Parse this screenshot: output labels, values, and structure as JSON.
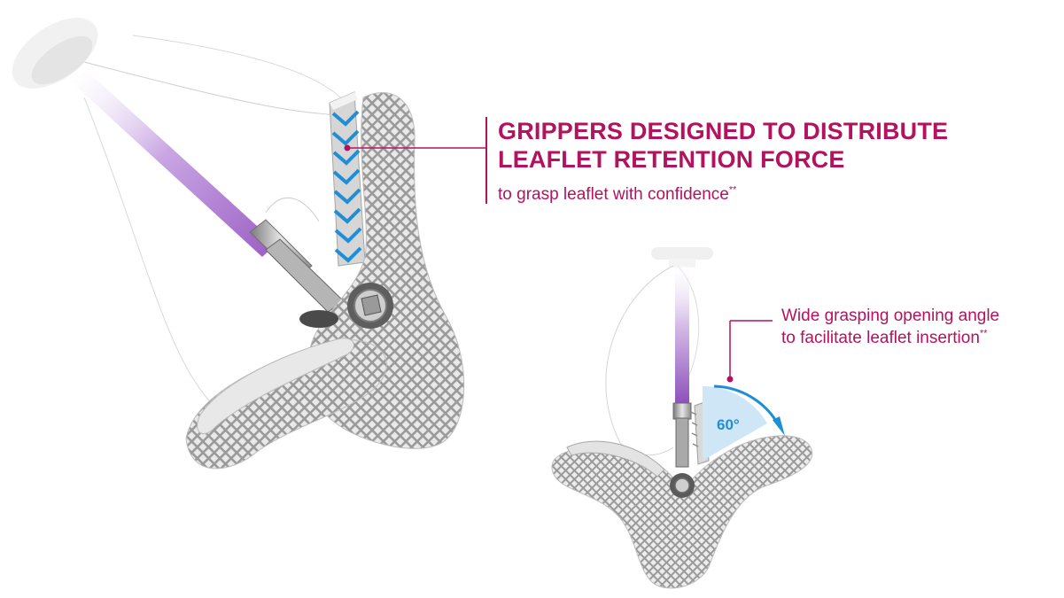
{
  "callout_grippers": {
    "title_line1": "GRIPPERS DESIGNED TO DISTRIBUTE",
    "title_line2": "LEAFLET RETENTION FORCE",
    "subtitle": "to grasp leaflet with confidence",
    "subtitle_mark": "**"
  },
  "callout_opening": {
    "line1": "Wide grasping opening angle",
    "line2_text": "to facilitate leaflet insertion",
    "line2_mark": "**"
  },
  "angle_label": "60°",
  "colors": {
    "accent_magenta": "#b3125e",
    "arrow_blue": "#1e8fd6",
    "angle_fill": "#cfe6f7",
    "shaft_purple": "#a56bc9",
    "device_gray": "#cfcfcf"
  },
  "icons": [
    "chevron-down-icon",
    "curved-arrow-icon"
  ]
}
